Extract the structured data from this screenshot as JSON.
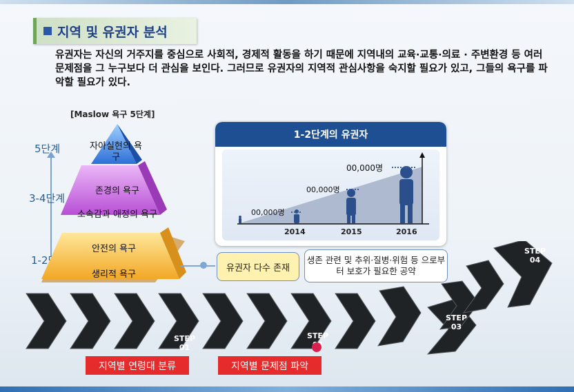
{
  "title": "지역 및 유권자 분석",
  "intro": "유권자는 자신의 거주지를 중심으로 사회적, 경제적 활동을 하기 때문에 지역내의 교육·교통·의료 · 주변환경 등 여러 문제점을 그 누구보다 더 관심을 보인다. 그러므로 유권자의 지역적 관심사항을 숙지할 필요가 있고, 그들의 욕구를 파악할 필요가 있다.",
  "maslow": {
    "title": "[Maslow 욕구 5단계]",
    "levels": [
      "5단계",
      "3-4단계",
      "1-2단계"
    ],
    "needs": [
      "자아실현의 욕구",
      "존경의 욕구",
      "소속감과 애정의 욕구",
      "안전의 욕구",
      "생리적 욕구"
    ]
  },
  "card": {
    "title": "1-2단계의 유권자",
    "years": [
      "2014",
      "2015",
      "2016"
    ],
    "counts": [
      "00,000명",
      "00,000명",
      "00,000명"
    ]
  },
  "boxes": {
    "left": "유권자 다수 존재",
    "right": "생존 관련 및 추위·질병·위험 등 으로부터 보호가 필요한 공약"
  },
  "steps": [
    {
      "label": "STEP",
      "num": "01"
    },
    {
      "label": "STEP",
      "num": "02"
    },
    {
      "label": "STEP",
      "num": "03"
    },
    {
      "label": "STEP",
      "num": "04"
    }
  ],
  "red_labels": [
    "지역별 연령대 분류",
    "지역별 문제점 파악"
  ],
  "colors": {
    "accent": "#1e4f93",
    "red": "#e52b2b",
    "chevron": "#1f2326"
  }
}
